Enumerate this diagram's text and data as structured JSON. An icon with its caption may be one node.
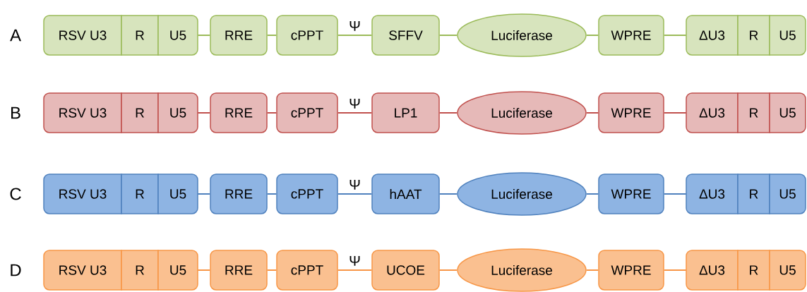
{
  "diagram": {
    "nodes": [
      {
        "text": [
          "RSV U3"
        ]
      },
      {
        "text": [
          "R"
        ]
      },
      {
        "text": [
          "U5"
        ]
      },
      {
        "text": [
          "RRE"
        ]
      },
      {
        "text": [
          "cPPT"
        ]
      },
      {
        "text": [
          "SFFV"
        ]
      },
      {
        "text": [
          "Luciferase"
        ]
      },
      {
        "text": [
          "WPRE"
        ]
      },
      {
        "text": [
          "ΔU3"
        ]
      },
      {
        "text": [
          "R"
        ]
      },
      {
        "text": [
          "U5"
        ]
      },
      {
        "text": [
          "RSV U3"
        ]
      },
      {
        "text": [
          "R"
        ]
      },
      {
        "text": [
          "U5"
        ]
      },
      {
        "text": [
          "RRE"
        ]
      },
      {
        "text": [
          "cPPT"
        ]
      },
      {
        "text": [
          "LP1"
        ]
      },
      {
        "text": [
          "Luciferase"
        ]
      },
      {
        "text": [
          "WPRE"
        ]
      },
      {
        "text": [
          "ΔU3"
        ]
      },
      {
        "text": [
          "R"
        ]
      },
      {
        "text": [
          "U5"
        ]
      },
      {
        "text": [
          "RSV U3"
        ]
      },
      {
        "text": [
          "R"
        ]
      },
      {
        "text": [
          "U5"
        ]
      },
      {
        "text": [
          "RRE"
        ]
      },
      {
        "text": [
          "cPPT"
        ]
      },
      {
        "text": [
          "hAAT"
        ]
      },
      {
        "text": [
          "Luciferase"
        ]
      },
      {
        "text": [
          "WPRE"
        ]
      },
      {
        "text": [
          "ΔU3"
        ]
      },
      {
        "text": [
          "R"
        ]
      },
      {
        "text": [
          "U5"
        ]
      },
      {
        "text": [
          "RSV U3"
        ]
      },
      {
        "text": [
          "R"
        ]
      },
      {
        "text": [
          "U5"
        ]
      },
      {
        "text": [
          "RRE"
        ]
      },
      {
        "text": [
          "cPPT"
        ]
      },
      {
        "text": [
          "UCOE"
        ]
      },
      {
        "text": [
          "Luciferase"
        ]
      },
      {
        "text": [
          "WPRE"
        ]
      },
      {
        "text": [
          "ΔU3"
        ]
      },
      {
        "text": [
          "R"
        ]
      },
      {
        "text": [
          "U5"
        ]
      }
    ],
    "edges": [
      {
        "from": 2,
        "to": 3,
        "arrow": "none",
        "color": "#9bbb59"
      },
      {
        "from": 3,
        "to": 4,
        "arrow": "none",
        "color": "#9bbb59"
      },
      {
        "from": 4,
        "to": 5,
        "arrow": "none",
        "color": "#9bbb59",
        "label": "Ψ"
      },
      {
        "from": 5,
        "to": 6,
        "arrow": "none",
        "color": "#9bbb59"
      },
      {
        "from": 6,
        "to": 7,
        "arrow": "none",
        "color": "#9bbb59"
      },
      {
        "from": 7,
        "to": 8,
        "arrow": "none",
        "color": "#9bbb59"
      },
      {
        "from": 13,
        "to": 14,
        "arrow": "none",
        "color": "#c0504d"
      },
      {
        "from": 14,
        "to": 15,
        "arrow": "none",
        "color": "#c0504d"
      },
      {
        "from": 15,
        "to": 16,
        "arrow": "none",
        "color": "#c0504d",
        "label": "Ψ"
      },
      {
        "from": 16,
        "to": 17,
        "arrow": "none",
        "color": "#c0504d"
      },
      {
        "from": 17,
        "to": 18,
        "arrow": "none",
        "color": "#c0504d"
      },
      {
        "from": 18,
        "to": 19,
        "arrow": "none",
        "color": "#c0504d"
      },
      {
        "from": 24,
        "to": 25,
        "arrow": "none",
        "color": "#4f81bd"
      },
      {
        "from": 25,
        "to": 26,
        "arrow": "none",
        "color": "#4f81bd"
      },
      {
        "from": 26,
        "to": 27,
        "arrow": "none",
        "color": "#4f81bd",
        "label": "Ψ"
      },
      {
        "from": 27,
        "to": 28,
        "arrow": "none",
        "color": "#4f81bd"
      },
      {
        "from": 28,
        "to": 29,
        "arrow": "none",
        "color": "#4f81bd"
      },
      {
        "from": 29,
        "to": 30,
        "arrow": "none",
        "color": "#4f81bd"
      },
      {
        "from": 35,
        "to": 36,
        "arrow": "none",
        "color": "#f79646"
      },
      {
        "from": 36,
        "to": 37,
        "arrow": "none",
        "color": "#f79646"
      },
      {
        "from": 37,
        "to": 38,
        "arrow": "none",
        "color": "#f79646",
        "label": "Ψ"
      },
      {
        "from": 38,
        "to": 39,
        "arrow": "none",
        "color": "#f79646"
      },
      {
        "from": 39,
        "to": 40,
        "arrow": "none",
        "color": "#f79646"
      },
      {
        "from": 40,
        "to": 41,
        "arrow": "none",
        "color": "#f79646"
      }
    ],
    "labels": [
      "A",
      "B",
      "C",
      "D"
    ]
  }
}
